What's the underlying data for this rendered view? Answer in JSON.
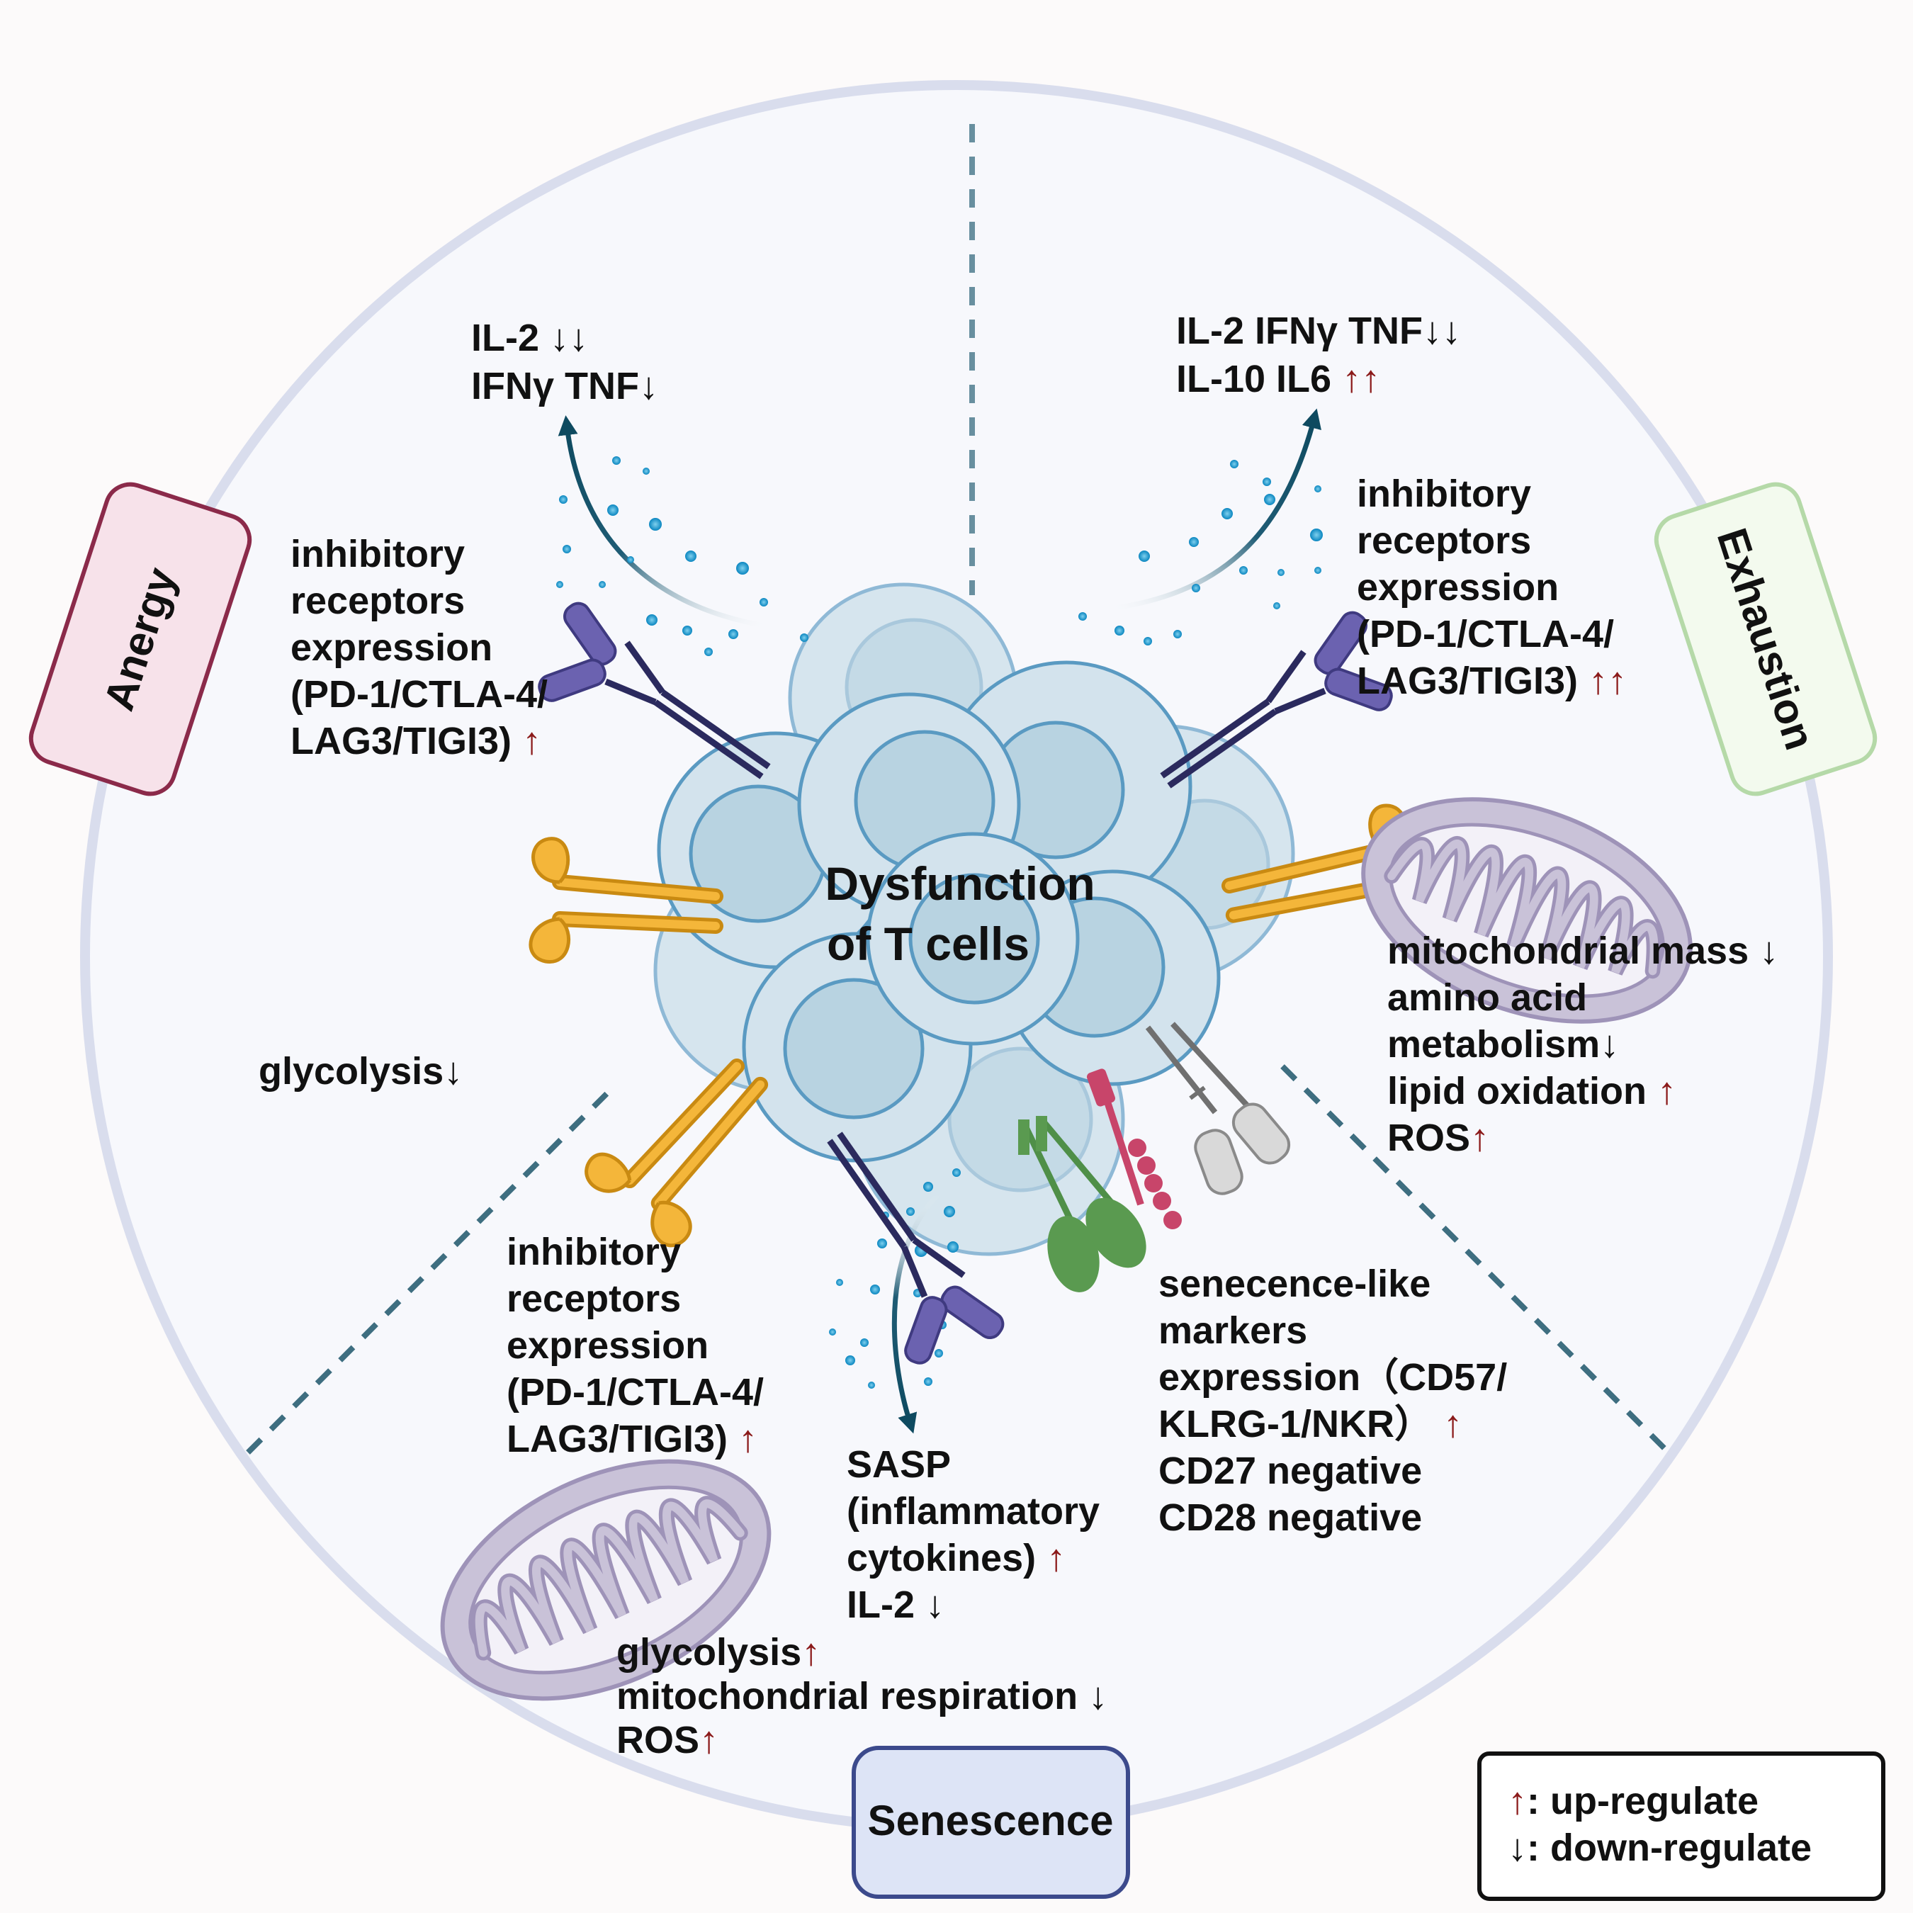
{
  "center": {
    "line1": "Dysfunction",
    "line2": "of T cells"
  },
  "labels": {
    "anergy": "Anergy",
    "exhaustion": "Exhaustion",
    "senescence": "Senescence"
  },
  "anergy": {
    "cytokines": [
      {
        "text": "IL-2 ",
        "marks": "↓↓",
        "dir": "down"
      },
      {
        "text": "IFNγ TNF",
        "marks": "↓",
        "dir": "down"
      }
    ],
    "receptors": [
      {
        "text": "inhibitory"
      },
      {
        "text": "receptors"
      },
      {
        "text": "expression"
      },
      {
        "text": "(PD-1/CTLA-4/"
      },
      {
        "text": "LAG3/TIGI3) ",
        "marks": "↑",
        "dir": "up"
      }
    ],
    "metabolism": [
      {
        "text": "glycolysis",
        "marks": "↓",
        "dir": "down"
      }
    ]
  },
  "exhaustion": {
    "cytokines": [
      {
        "text": "IL-2 IFNγ TNF",
        "marks": "↓↓",
        "dir": "down"
      },
      {
        "text": "IL-10 IL6 ",
        "marks": "↑↑",
        "dir": "up"
      }
    ],
    "receptors": [
      {
        "text": "inhibitory"
      },
      {
        "text": "receptors"
      },
      {
        "text": "expression"
      },
      {
        "text": "(PD-1/CTLA-4/"
      },
      {
        "text": "LAG3/TIGI3) ",
        "marks": "↑↑",
        "dir": "up"
      }
    ],
    "metabolism": [
      {
        "text": "mitochondrial mass ",
        "marks": "↓",
        "dir": "down"
      },
      {
        "text": "amino acid"
      },
      {
        "text": "metabolism",
        "marks": "↓",
        "dir": "down"
      },
      {
        "text": "lipid oxidation ",
        "marks": "↑",
        "dir": "up"
      },
      {
        "text": "ROS",
        "marks": "↑",
        "dir": "up"
      }
    ]
  },
  "senescence": {
    "receptors": [
      {
        "text": "inhibitory"
      },
      {
        "text": "receptors"
      },
      {
        "text": "expression"
      },
      {
        "text": "(PD-1/CTLA-4/"
      },
      {
        "text": "LAG3/TIGI3) ",
        "marks": "↑",
        "dir": "up"
      }
    ],
    "sasp": [
      {
        "text": "SASP"
      },
      {
        "text": "(inflammatory"
      },
      {
        "text": "cytokines) ",
        "marks": "↑",
        "dir": "up"
      },
      {
        "text": "IL-2 ",
        "marks": "↓",
        "dir": "down"
      }
    ],
    "markers": [
      {
        "text": "senecence-like"
      },
      {
        "text": "markers"
      },
      {
        "text": "expression（CD57/"
      },
      {
        "text": "KLRG-1/NKR） ",
        "marks": "↑",
        "dir": "up"
      },
      {
        "text": "CD27 negative"
      },
      {
        "text": "CD28 negative"
      }
    ],
    "metabolism": [
      {
        "text": "glycolysis",
        "marks": "↑",
        "dir": "up"
      },
      {
        "text": "mitochondrial respiration ",
        "marks": "↓",
        "dir": "down"
      },
      {
        "text": "ROS",
        "marks": "↑",
        "dir": "up"
      }
    ]
  },
  "legend": [
    {
      "marks": "↑",
      "dir": "up",
      "text": ": up-regulate"
    },
    {
      "marks": "↓",
      "dir": "down",
      "text": ": down-regulate"
    }
  ],
  "colors": {
    "up_arrow": "#8b1a1a",
    "down_arrow": "#111111",
    "anergy": "#8b2a4a",
    "exhaustion": "#b5d9a8",
    "senescence": "#3c4a8c"
  }
}
